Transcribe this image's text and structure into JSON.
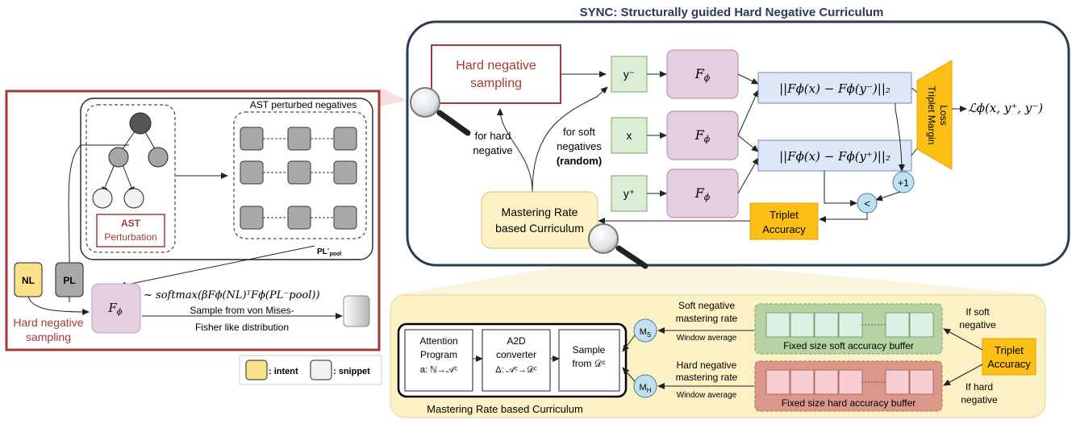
{
  "title": "SYNC: Structurally guided Hard Negative Curriculum",
  "left_panel": {
    "ast_perturbed_negatives": "AST perturbed negatives",
    "ast_perturbation": [
      "AST",
      "Perturbation"
    ],
    "pl_pool": "PL",
    "pl_pool_sup": "-",
    "pl_pool_sub": "pool",
    "nl_label": "NL",
    "pl_label": "PL",
    "f_phi": "F",
    "f_phi_sub": "ϕ",
    "softmax_formula": "~ softmax(βFϕ(NL)ᵀFϕ(PL⁻pool))",
    "sample_text": [
      "Sample from von Mises-",
      "Fisher like distribution"
    ],
    "hard_negative_sampling": [
      "Hard negative",
      "sampling"
    ]
  },
  "legend": {
    "intent": ": intent",
    "snippet": ": snippet",
    "colors": {
      "intent": "#fde08a",
      "snippet": "#f2f2f2"
    }
  },
  "top_panel": {
    "hard_negative_sampling": [
      "Hard negative",
      "sampling"
    ],
    "for_hard_negative": [
      "for hard",
      "negative"
    ],
    "for_soft_negatives": [
      "for soft",
      "negatives",
      "(random)"
    ],
    "inputs": [
      "y⁻",
      "x",
      "y⁺"
    ],
    "f_phi": "F",
    "f_phi_sub": "ϕ",
    "norm_neg": "||Fϕ(x) − Fϕ(y⁻)||₂",
    "norm_pos": "||Fϕ(x) − Fϕ(y⁺)||₂",
    "triplet_margin_loss": [
      "Triplet Margin",
      "Loss"
    ],
    "loss_expr": "ℒϕ(x, y⁺, y⁻)",
    "plus_one": "+1",
    "less_than": "<",
    "triplet_accuracy": [
      "Triplet",
      "Accuracy"
    ],
    "mastering_rate": [
      "Mastering Rate",
      "based Curriculum"
    ]
  },
  "bottom_panel": {
    "attention_program": [
      "Attention",
      "Program",
      "a: ℕ→𝒜ᶜ"
    ],
    "a2d_converter": [
      "A2D",
      "converter",
      "Δ: 𝒜ᶜ→𝒟ᶜ"
    ],
    "sample_from": [
      "Sample",
      "from 𝒟ᶜ"
    ],
    "ms": "M",
    "ms_sub": "S",
    "mh": "M",
    "mh_sub": "H",
    "soft_rate": [
      "Soft negative",
      "mastering rate"
    ],
    "hard_rate": [
      "Hard negative",
      "mastering rate"
    ],
    "window_average": "Window average",
    "soft_buffer": "Fixed size soft accuracy buffer",
    "hard_buffer": "Fixed size hard accuracy buffer",
    "if_soft": [
      "If soft",
      "negative"
    ],
    "if_hard": [
      "If hard",
      "negative"
    ],
    "triplet_accuracy": [
      "Triplet",
      "Accuracy"
    ],
    "caption": "Mastering Rate based Curriculum"
  },
  "colors": {
    "dark_red": "#a33a3a",
    "navy": "#2b3a55",
    "purple_fill": "#e5cedf",
    "green_fill": "#dcedd6",
    "blue_fill": "#dde7f6",
    "orange": "#fbbf16",
    "cream": "#fcf1c4"
  }
}
